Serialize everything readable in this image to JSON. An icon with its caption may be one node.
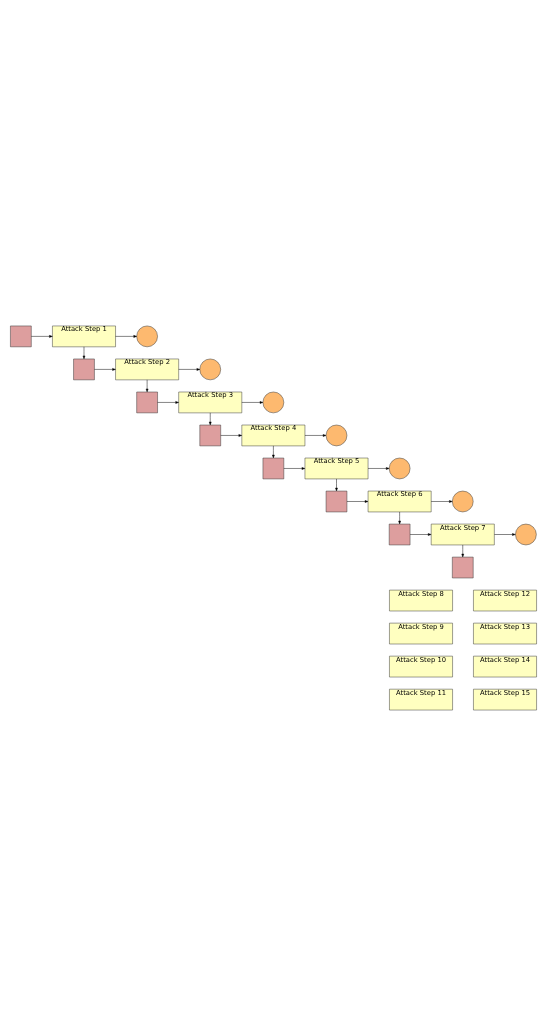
{
  "diagram": {
    "nodes": [
      {
        "text": [],
        "shape": "box"
      },
      {
        "text": [
          "Attack Step 1"
        ]
      },
      {
        "text": [],
        "shape": "circle"
      },
      {
        "text": [],
        "shape": "box"
      },
      {
        "text": [
          "Attack Step 2"
        ]
      },
      {
        "text": [],
        "shape": "circle"
      },
      {
        "text": [],
        "shape": "box"
      },
      {
        "text": [
          "Attack Step 3"
        ]
      },
      {
        "text": [],
        "shape": "circle"
      },
      {
        "text": [],
        "shape": "box"
      },
      {
        "text": [
          "Attack Step 4"
        ]
      },
      {
        "text": [],
        "shape": "circle"
      },
      {
        "text": [],
        "shape": "box"
      },
      {
        "text": [
          "Attack Step 5"
        ]
      },
      {
        "text": [],
        "shape": "circle"
      },
      {
        "text": [],
        "shape": "box"
      },
      {
        "text": [
          "Attack Step 6"
        ]
      },
      {
        "text": [],
        "shape": "circle"
      },
      {
        "text": [],
        "shape": "box"
      },
      {
        "text": [
          "Attack Step 7"
        ]
      },
      {
        "text": [],
        "shape": "circle"
      },
      {
        "text": [],
        "shape": "box"
      },
      {
        "text": [
          "Attack Step 8"
        ]
      },
      {
        "text": [
          "Attack Step 12"
        ]
      },
      {
        "text": [
          "Attack Step 9"
        ]
      },
      {
        "text": [
          "Attack Step 13"
        ]
      },
      {
        "text": [
          "Attack Step 10"
        ]
      },
      {
        "text": [
          "Attack Step 14"
        ]
      },
      {
        "text": [
          "Attack Step 11"
        ]
      },
      {
        "text": [
          "Attack Step 15"
        ]
      }
    ],
    "edges": [
      {
        "from": 0,
        "to": 1,
        "arrow": "to"
      },
      {
        "from": 1,
        "to": 2,
        "arrow": "to"
      },
      {
        "from": 1,
        "to": 3,
        "arrow": "to"
      },
      {
        "from": 3,
        "to": 4,
        "arrow": "to"
      },
      {
        "from": 4,
        "to": 5,
        "arrow": "to"
      },
      {
        "from": 4,
        "to": 6,
        "arrow": "to"
      },
      {
        "from": 6,
        "to": 7,
        "arrow": "to"
      },
      {
        "from": 7,
        "to": 8,
        "arrow": "to"
      },
      {
        "from": 7,
        "to": 9,
        "arrow": "to"
      },
      {
        "from": 9,
        "to": 10,
        "arrow": "to"
      },
      {
        "from": 10,
        "to": 11,
        "arrow": "to"
      },
      {
        "from": 10,
        "to": 12,
        "arrow": "to"
      },
      {
        "from": 12,
        "to": 13,
        "arrow": "to"
      },
      {
        "from": 13,
        "to": 14,
        "arrow": "to"
      },
      {
        "from": 13,
        "to": 15,
        "arrow": "to"
      },
      {
        "from": 15,
        "to": 16,
        "arrow": "to"
      },
      {
        "from": 16,
        "to": 17,
        "arrow": "to"
      },
      {
        "from": 16,
        "to": 18,
        "arrow": "to"
      },
      {
        "from": 18,
        "to": 19,
        "arrow": "to"
      },
      {
        "from": 19,
        "to": 20,
        "arrow": "to"
      },
      {
        "from": 19,
        "to": 21,
        "arrow": "to"
      }
    ]
  }
}
